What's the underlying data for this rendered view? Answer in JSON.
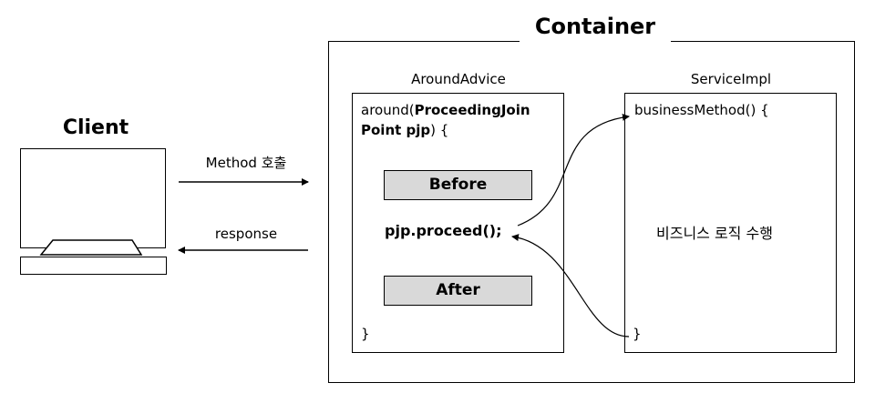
{
  "client": {
    "title": "Client"
  },
  "flow": {
    "method_call_label": "Method 호출",
    "response_label": "response"
  },
  "container": {
    "title": "Container",
    "around_advice": {
      "header": "AroundAdvice",
      "signature_prefix": "around(",
      "signature_param": "ProceedingJoin Point pjp",
      "signature_suffix": ") {",
      "before_label": "Before",
      "proceed_call": "pjp.proceed();",
      "after_label": "After",
      "closing_brace": "}"
    },
    "service_impl": {
      "header": "ServiceImpl",
      "signature": "businessMethod() {",
      "body_text": "비즈니스 로직 수행",
      "closing_brace": "}"
    }
  }
}
